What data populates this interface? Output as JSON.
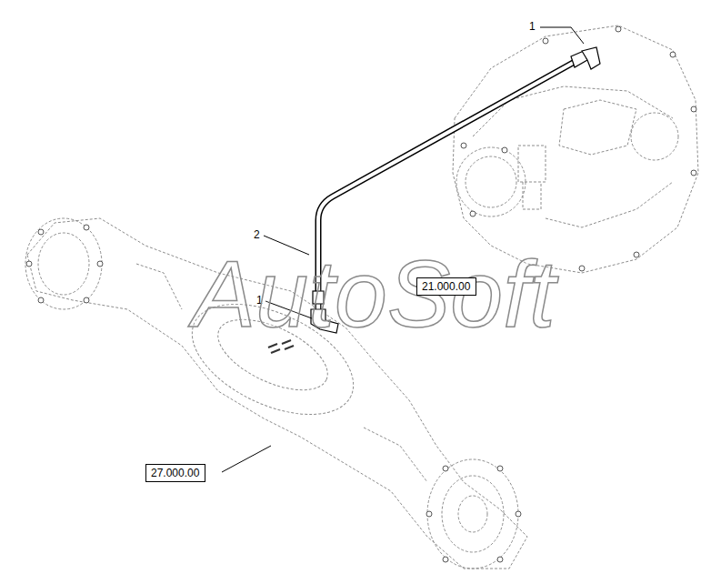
{
  "diagram": {
    "nodes": [
      {
        "text": [
          "21.000.00"
        ]
      },
      {
        "text": [
          "27.000.00"
        ]
      }
    ],
    "labels": [
      "1",
      "2",
      "1",
      "AutoSoft"
    ]
  }
}
